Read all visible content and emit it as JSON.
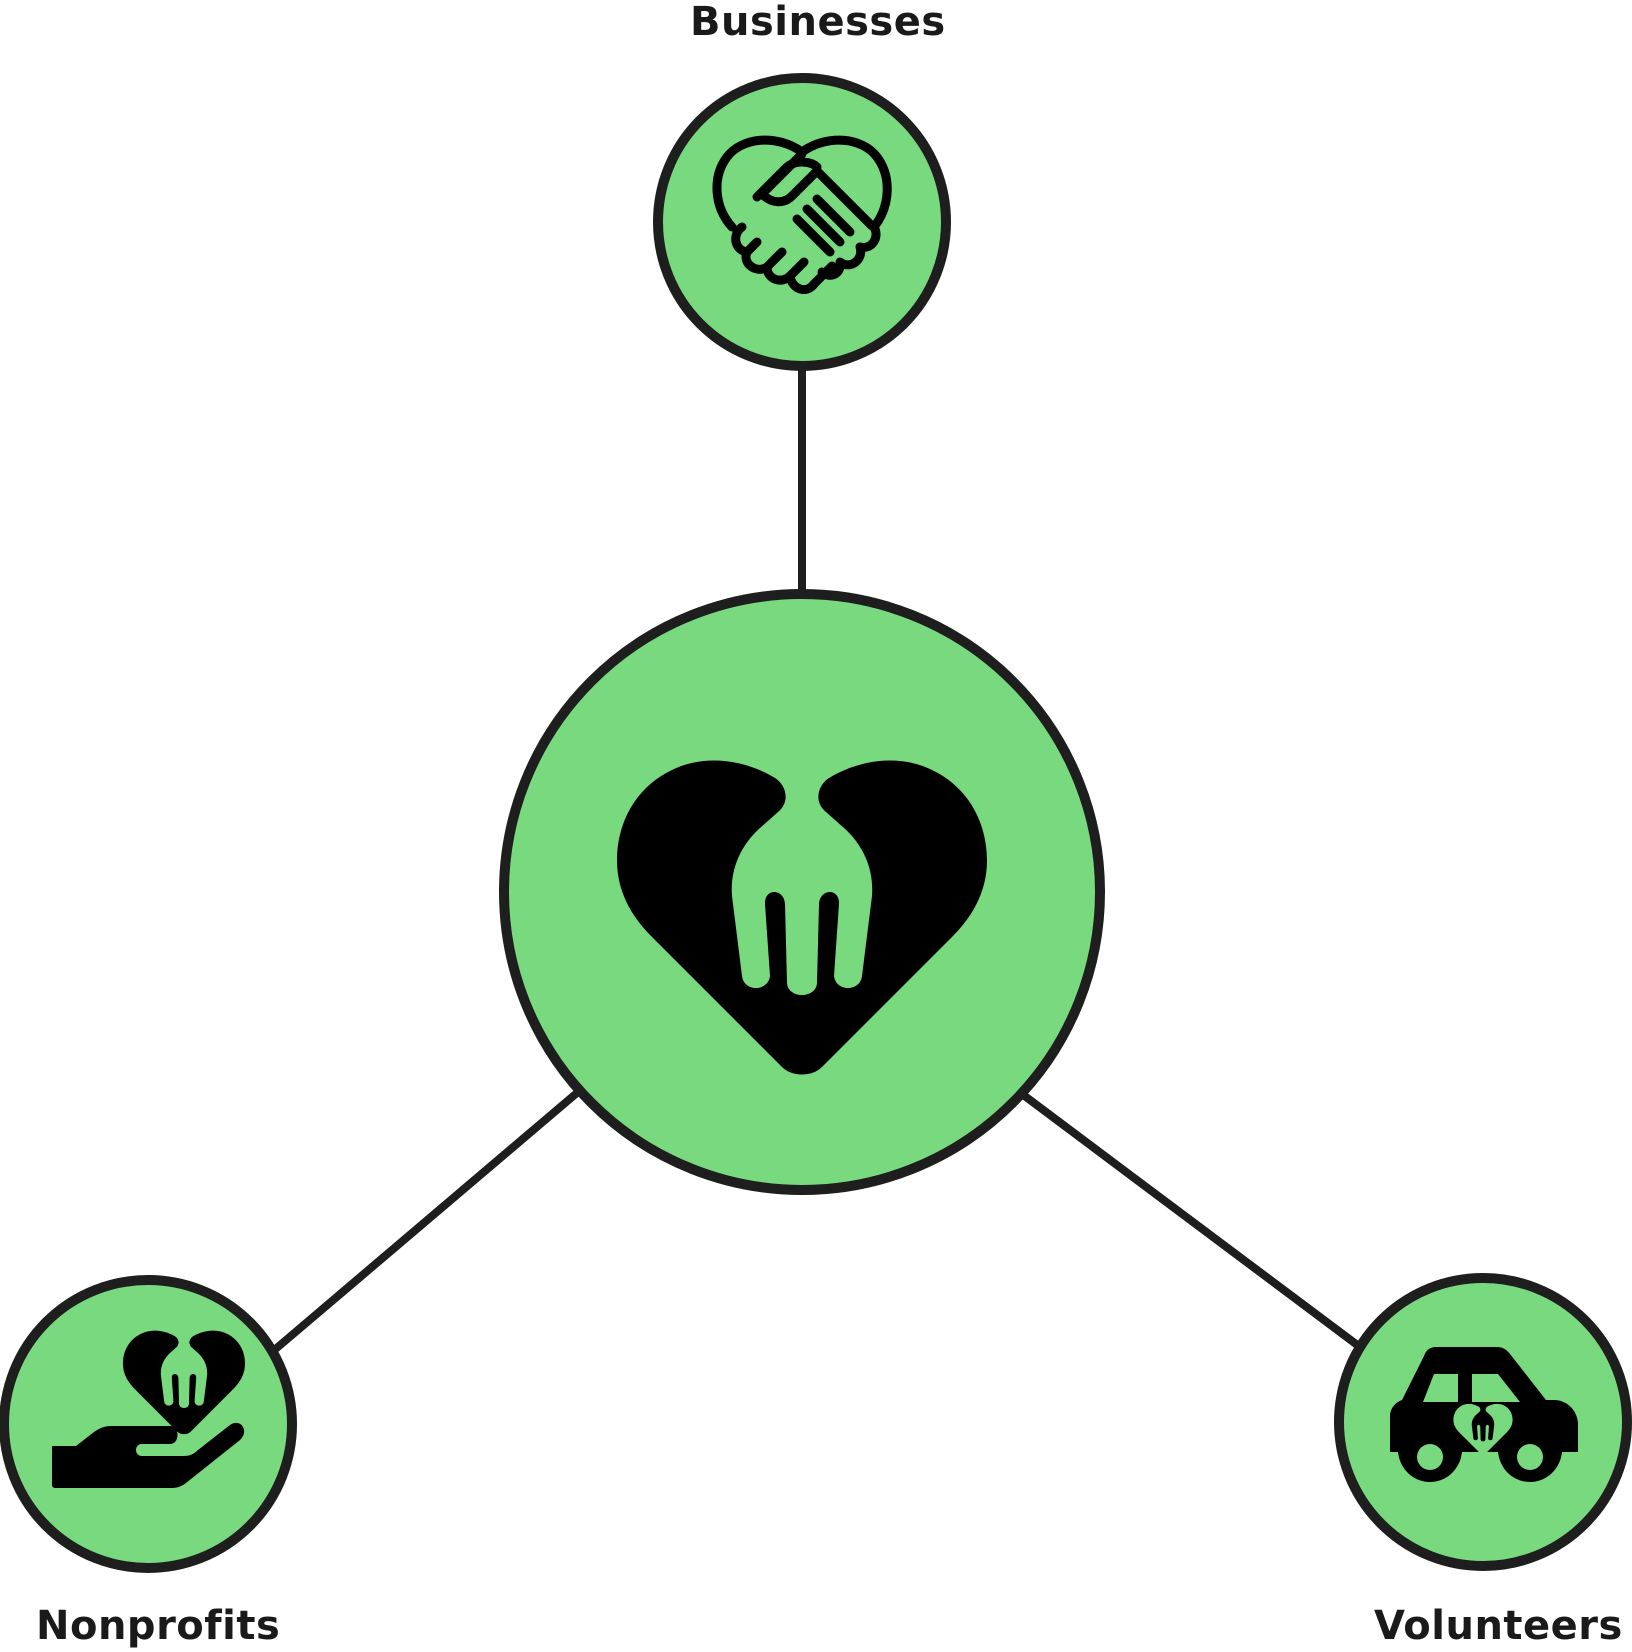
{
  "colors": {
    "node_fill": "#78d97f",
    "outline": "#1e1e1e",
    "icon": "#000000",
    "background": "#ffffff"
  },
  "nodes": {
    "center": {
      "icon": "heart-fork-icon"
    },
    "businesses": {
      "label": "Businesses",
      "icon": "heart-handshake-icon"
    },
    "nonprofits": {
      "label": "Nonprofits",
      "icon": "hand-heart-fork-icon"
    },
    "volunteers": {
      "label": "Volunteers",
      "icon": "car-heart-fork-icon"
    }
  }
}
